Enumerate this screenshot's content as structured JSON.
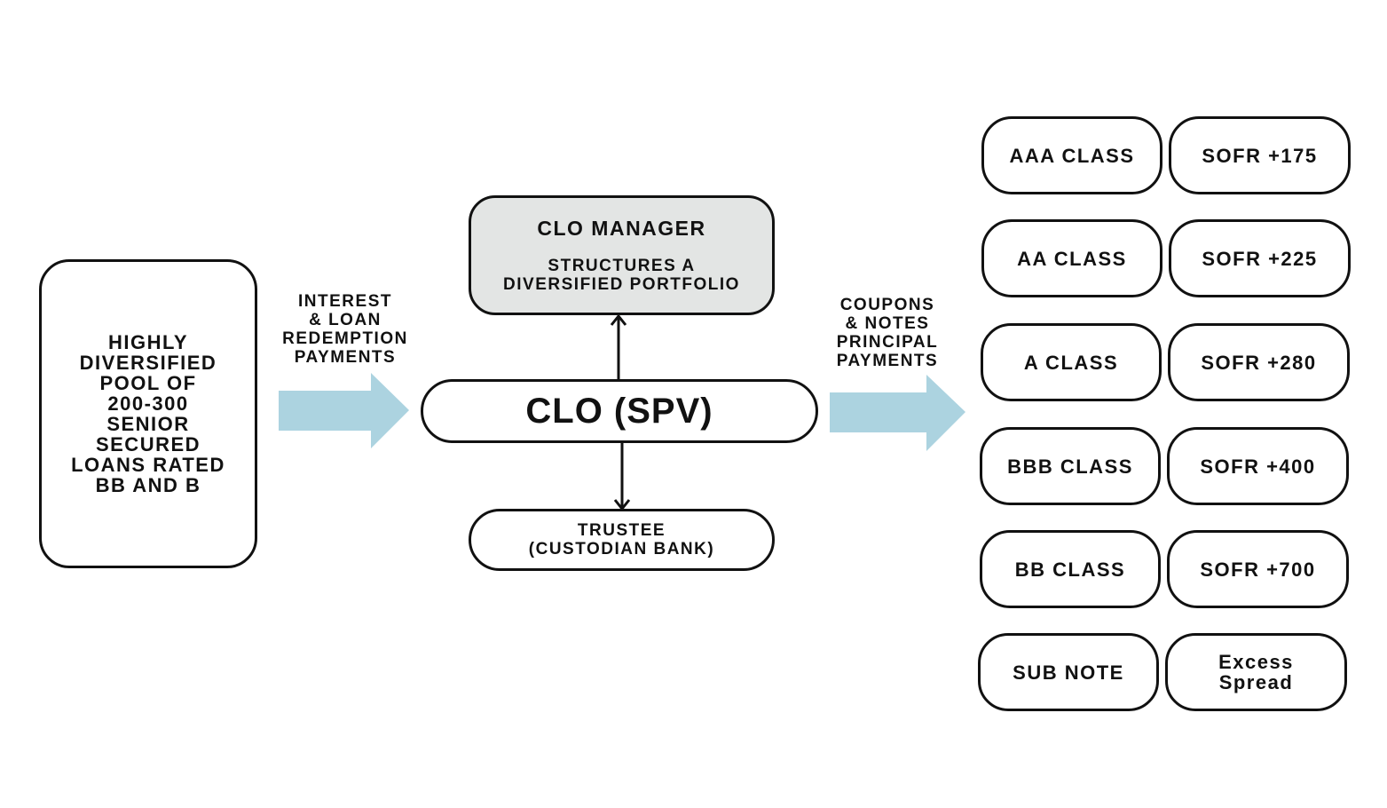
{
  "pool": {
    "lines": [
      "HIGHLY",
      "DIVERSIFIED",
      "POOL OF",
      "200-300",
      "SENIOR",
      "SECURED",
      "LOANS RATED",
      "BB AND B"
    ]
  },
  "inflow_label": "INTEREST\n& LOAN\nREDEMPTION\nPAYMENTS",
  "manager": {
    "title": "CLO MANAGER",
    "subtitle": "STRUCTURES A\nDIVERSIFIED PORTFOLIO"
  },
  "spv": {
    "label": "CLO (SPV)"
  },
  "trustee": {
    "label": "TRUSTEE\n(CUSTODIAN BANK)"
  },
  "outflow_label": "COUPONS\n& NOTES\nPRINCIPAL\nPAYMENTS",
  "tranches": [
    {
      "class": "AAA CLASS",
      "spread": "SOFR +175"
    },
    {
      "class": "AA CLASS",
      "spread": "SOFR +225"
    },
    {
      "class": "A CLASS",
      "spread": "SOFR +280"
    },
    {
      "class": "BBB CLASS",
      "spread": "SOFR +400"
    },
    {
      "class": "BB CLASS",
      "spread": "SOFR +700"
    },
    {
      "class": "SUB NOTE",
      "spread": "Excess\nSpread"
    }
  ],
  "colors": {
    "flow_arrow": "#acd3e0",
    "manager_fill": "#e3e5e4",
    "stroke": "#111111"
  }
}
